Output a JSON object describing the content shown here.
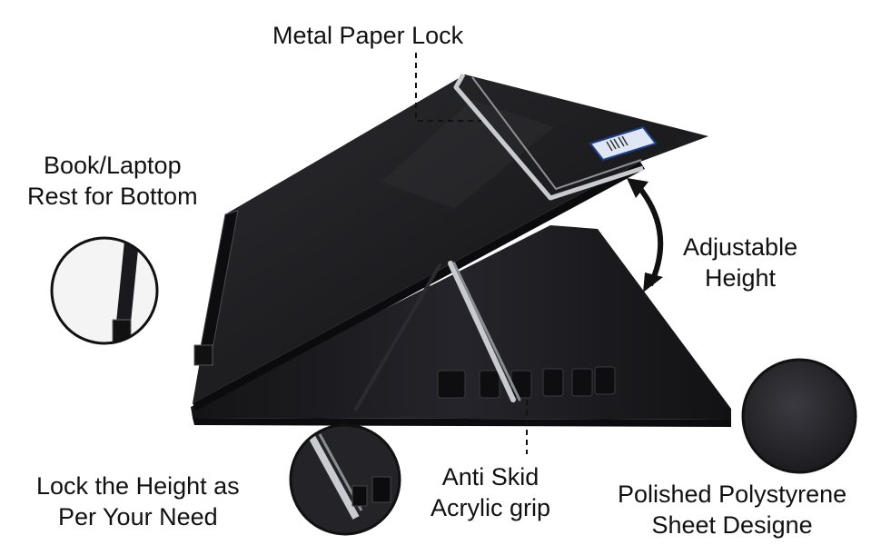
{
  "callouts": {
    "paper_lock": "Metal Paper Lock",
    "rest_line1": "Book/Laptop",
    "rest_line2": "Rest for Bottom",
    "adjustable_line1": "Adjustable",
    "adjustable_line2": "Height",
    "lock_height_line1": "Lock the Height as",
    "lock_height_line2": "Per Your Need",
    "grip_line1": "Anti Skid",
    "grip_line2": "Acrylic grip",
    "sheet_line1": "Polished Polystyrene",
    "sheet_line2": "Sheet Designe"
  },
  "colors": {
    "board": "#1f1f22",
    "board_highlight": "#3a3a40",
    "metal": "#c9cbd0",
    "text": "#111111"
  },
  "icons": [
    "curved-double-arrow-icon",
    "dashed-leader-line"
  ]
}
